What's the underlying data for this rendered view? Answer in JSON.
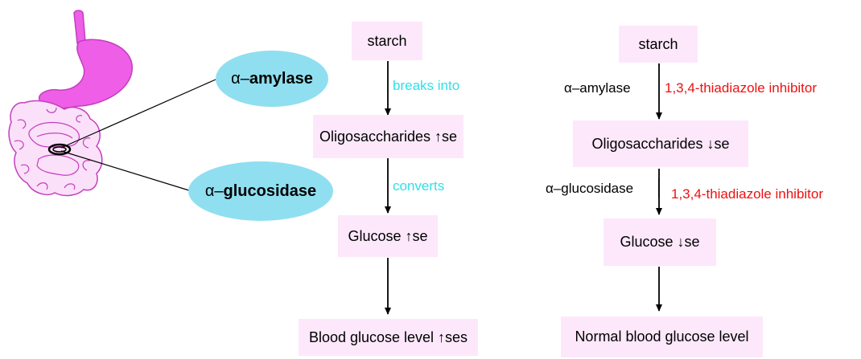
{
  "enzymes": {
    "amylase": {
      "prefix": "α–",
      "name": "amylase"
    },
    "glucosidase": {
      "prefix": "α–",
      "name": "glucosidase"
    }
  },
  "normal_pathway": {
    "step1": "starch",
    "arrow1_label": "breaks into",
    "step2": "Oligosaccharides ↑se",
    "arrow2_label": "converts",
    "step3": "Glucose ↑se",
    "step4": "Blood glucose level ↑ses"
  },
  "inhibited_pathway": {
    "step1": "starch",
    "enzyme1": "α–amylase",
    "inhibitor1": "1,3,4-thiadiazole inhibitor",
    "step2": "Oligosaccharides ↓se",
    "enzyme2": "α–glucosidase",
    "inhibitor2": "1,3,4-thiadiazole inhibitor",
    "step3": "Glucose ↓se",
    "step4": "Normal blood glucose level"
  },
  "colors": {
    "box_fill": "#fde8fb",
    "ellipse_fill": "#8fdff0",
    "stomach": "#ee5ee6",
    "intestine_fill": "#fbe0f9",
    "intestine_stroke": "#c33fbf",
    "cyan_label": "#2fe0e8",
    "red_label": "#ee1111"
  },
  "icons": [
    "digestive-system-illustration"
  ]
}
